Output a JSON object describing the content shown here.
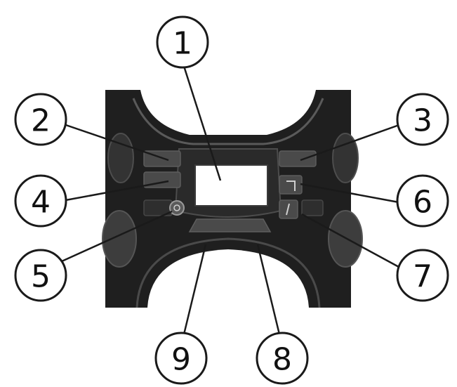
{
  "callouts": [
    {
      "id": "1",
      "label": "1"
    },
    {
      "id": "2",
      "label": "2"
    },
    {
      "id": "3",
      "label": "3"
    },
    {
      "id": "4",
      "label": "4"
    },
    {
      "id": "5",
      "label": "5"
    },
    {
      "id": "6",
      "label": "6"
    },
    {
      "id": "7",
      "label": "7"
    },
    {
      "id": "8",
      "label": "8"
    },
    {
      "id": "9",
      "label": "9"
    }
  ],
  "colors": {
    "panel": "#1f1f1f",
    "panel_trim": "#3a3a3a",
    "screen": "#ffffff",
    "button": "#4a4a4a",
    "outline": "#1a1a1a"
  }
}
